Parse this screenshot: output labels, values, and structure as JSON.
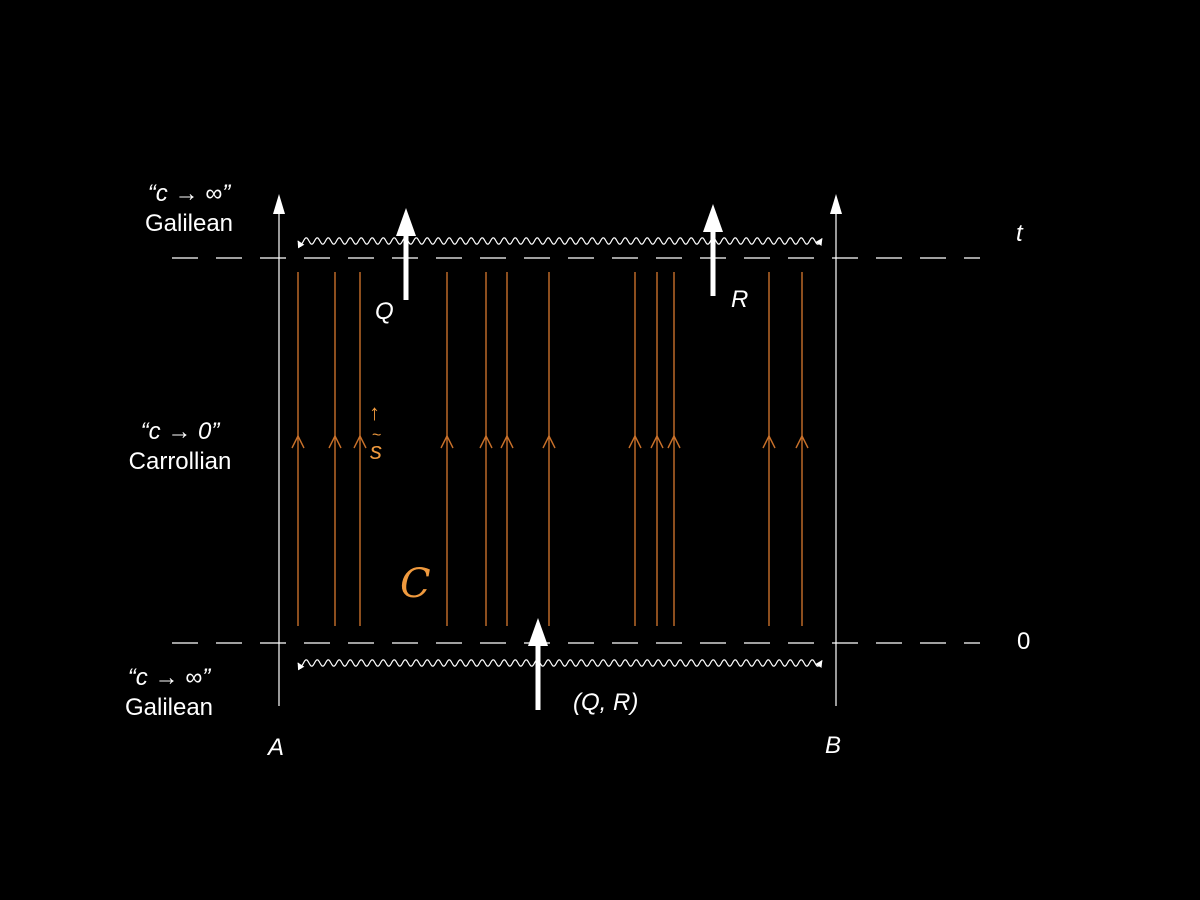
{
  "labels": {
    "top_regime_limit": "“c → ∞”",
    "top_regime_name": "Galilean",
    "middle_regime_limit": "“c → 0”",
    "middle_regime_name": "Carrollian",
    "bottom_regime_limit": "“c → ∞”",
    "bottom_regime_name": "Galilean",
    "time_top": "t",
    "time_bottom": "0",
    "boundary_left": "A",
    "boundary_right": "B",
    "state_q": "Q",
    "state_r": "R",
    "state_qr": "(Q, R)",
    "flow_arrow": "↑",
    "flow_symbol": "s",
    "flow_tilde": "~",
    "carroll_region": "C"
  },
  "colors": {
    "background": "#000000",
    "foreground": "#ffffff",
    "accent": "#f09a3e",
    "worldline": "#c8702a"
  }
}
